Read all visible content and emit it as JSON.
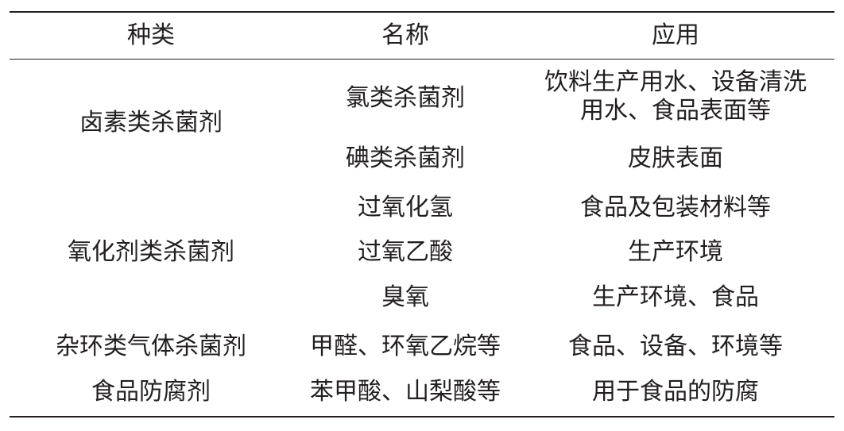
{
  "headers": [
    "种类",
    "名称",
    "应用"
  ],
  "groups": [
    {
      "category": "卤素类杀菌剂",
      "rows": [
        {
          "name": "氯类杀菌剂",
          "application": [
            "饮料生产用水、设备清洗",
            "用水、食品表面等"
          ]
        },
        {
          "name": "碘类杀菌剂",
          "application": [
            "皮肤表面"
          ]
        }
      ]
    },
    {
      "category": "氧化剂类杀菌剂",
      "rows": [
        {
          "name": "过氧化氢",
          "application": [
            "食品及包装材料等"
          ]
        },
        {
          "name": "过氧乙酸",
          "application": [
            "生产环境"
          ]
        },
        {
          "name": "臭氧",
          "application": [
            "生产环境、食品"
          ]
        }
      ]
    },
    {
      "category": "杂环类气体杀菌剂",
      "rows": [
        {
          "name": "甲醛、环氧乙烷等",
          "application": [
            "食品、设备、环境等"
          ]
        }
      ]
    },
    {
      "category": "食品防腐剂",
      "rows": [
        {
          "name": "苯甲酸、山梨酸等",
          "application": [
            "用于食品的防腐"
          ]
        }
      ]
    }
  ]
}
